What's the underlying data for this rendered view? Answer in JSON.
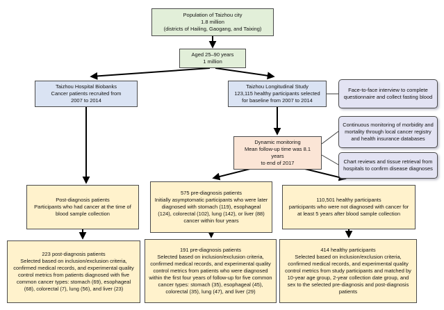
{
  "diagram_title": "Taizhou city cohort study participant flow",
  "colors": {
    "population_fill": "#e2efd9",
    "cohort_fill": "#dae3f3",
    "side_note_fill": "#e3e3f3",
    "monitoring_fill": "#fbe5d6",
    "group_fill": "#fff2cc",
    "border": "#4a4a4a",
    "arrow": "#000000"
  },
  "nodes": {
    "population": {
      "text": "Population of Taizhou city\n1.8 million\n(districts of Hailing, Gaogang, and Taixing)"
    },
    "aged": {
      "text": "Aged 25–90 years\n1 million"
    },
    "biobanks": {
      "text": "Taizhou Hospital Biobanks\nCancer patients recruited from\n2007 to 2014"
    },
    "longitudinal_study": {
      "text": "Taizhou Longitudinal Study\n123,115 healthy participants selected\nfor baseline from 2007 to 2014"
    },
    "interview_note": {
      "text": "Face-to-face interview to complete questionnaire and collect fasting blood"
    },
    "monitoring_note": {
      "text": "Continuous monitoring of morbidity and mortality through local cancer registry and health insurance databases"
    },
    "chart_review_note": {
      "text": "Chart reviews and tissue retrieval from hospitals to confirm disease diagnoses"
    },
    "dynamic_monitoring": {
      "text": "Dynamic monitoring\nMean follow-up time was 8.1 years\nto end of 2017"
    },
    "post_diagnosis": {
      "text": "Post-diagnosis patients\nParticipants who had cancer at the time of blood sample collection"
    },
    "pre_diagnosis_575": {
      "text": "575 pre-diagnosis patients\nInitially asymptomatic participants who were later diagnosed with stomach (119), esophageal (124), colorectal (102), lung (142), or liver (88) cancer within four years"
    },
    "healthy_110501": {
      "text": "110,501 healthy participants\nparticipants who were not diagnosed with cancer for at least 5 years after blood sample collection"
    },
    "post_diagnosis_223": {
      "text": "223 post-diagnosis patients\nSelected based on inclusion/exclusion criteria, confirmed medical records, and experimental quality control metrics from patients diagnosed with five common cancer types: stomach (69), esophageal (68), colorectal (7), lung (56), and liver (23)"
    },
    "pre_diagnosis_191": {
      "text": "191 pre-diagnosis patients\nSelected based on inclusion/exclusion criteria, confirmed medical records, and experimental quality control metrics from patients who were diagnosed within the first four years of follow-up for five common cancer types: stomach (35), esophageal (45), colorectal (35), lung (47), and liver (29)"
    },
    "healthy_414": {
      "text": "414 healthy participants\nSelected based on inclusion/exclusion criteria, confirmed medical records, and experimental quality control metrics from study participants and matched by 10-year age group, 2-year collection date group, and sex to the selected pre-diagnosis and post-diagnosis patients"
    }
  }
}
